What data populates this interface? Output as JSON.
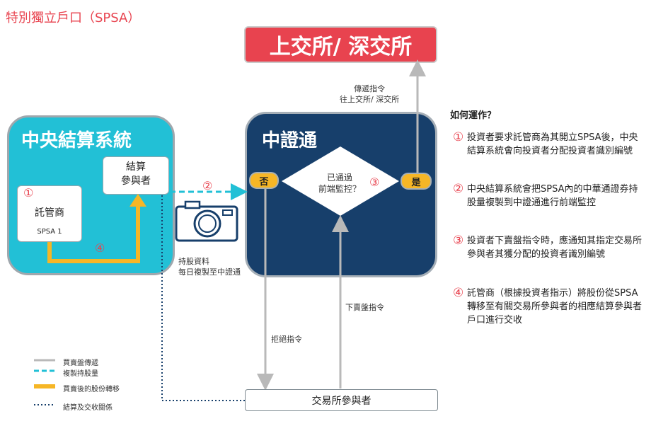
{
  "title": "特別獨立戶口（SPSA）",
  "exchange_label": "上交所/ 深交所",
  "ccass": {
    "title": "中央結算系統",
    "clearing_participant": [
      "結算",
      "參與者"
    ],
    "custodian": "託管商",
    "spsa": "SPSA 1"
  },
  "china_connect": {
    "title": "中證通",
    "check_text": [
      "已通過",
      "前端監控？"
    ],
    "no_label": "否",
    "yes_label": "是"
  },
  "exchange_participant": "交易所參與者",
  "annotations": {
    "transmit": [
      "傳遞指令",
      "往上交所/ 深交所"
    ],
    "holdings": [
      "持股資料",
      "每日複製至中證通"
    ],
    "sell_order": "下賣盤指令",
    "reject_order": "拒絕指令"
  },
  "markers": {
    "one": "①",
    "two": "②",
    "three": "③",
    "four": "④"
  },
  "how_it_works": {
    "title": "如何運作？",
    "steps": [
      {
        "num": "①",
        "text": "投資者要求託管商為其開立SPSA後，中央結算系統會向投資者分配投資者識別編號"
      },
      {
        "num": "②",
        "text": "中央結算系統會把SPSA內的中華通證券持股量複製到中證通進行前端監控"
      },
      {
        "num": "③",
        "text": "投資者下賣盤指令時，應通知其指定交易所參與者其獲分配的投資者識別編號"
      },
      {
        "num": "④",
        "text": "託管商（根據投資者指示）將股份從SPSA轉移至有關交易所參與者的相應結算參與者戶口進行交收"
      }
    ]
  },
  "legend": [
    {
      "label": "買賣盤傳遞",
      "style": "solid-gray",
      "color": "#b9b9b9"
    },
    {
      "label": "複製持股量",
      "style": "dashed-teal",
      "color": "#22c0d6"
    },
    {
      "label": "買賣後的股份轉移",
      "style": "solid-orange",
      "color": "#f6b626"
    },
    {
      "label": "結算及交收關係",
      "style": "dotted-navy",
      "color": "#173f6b"
    }
  ],
  "colors": {
    "red": "#e8434f",
    "teal": "#22c0d6",
    "navy": "#173f6b",
    "orange": "#f6b626",
    "gray": "#b9b9b9"
  }
}
